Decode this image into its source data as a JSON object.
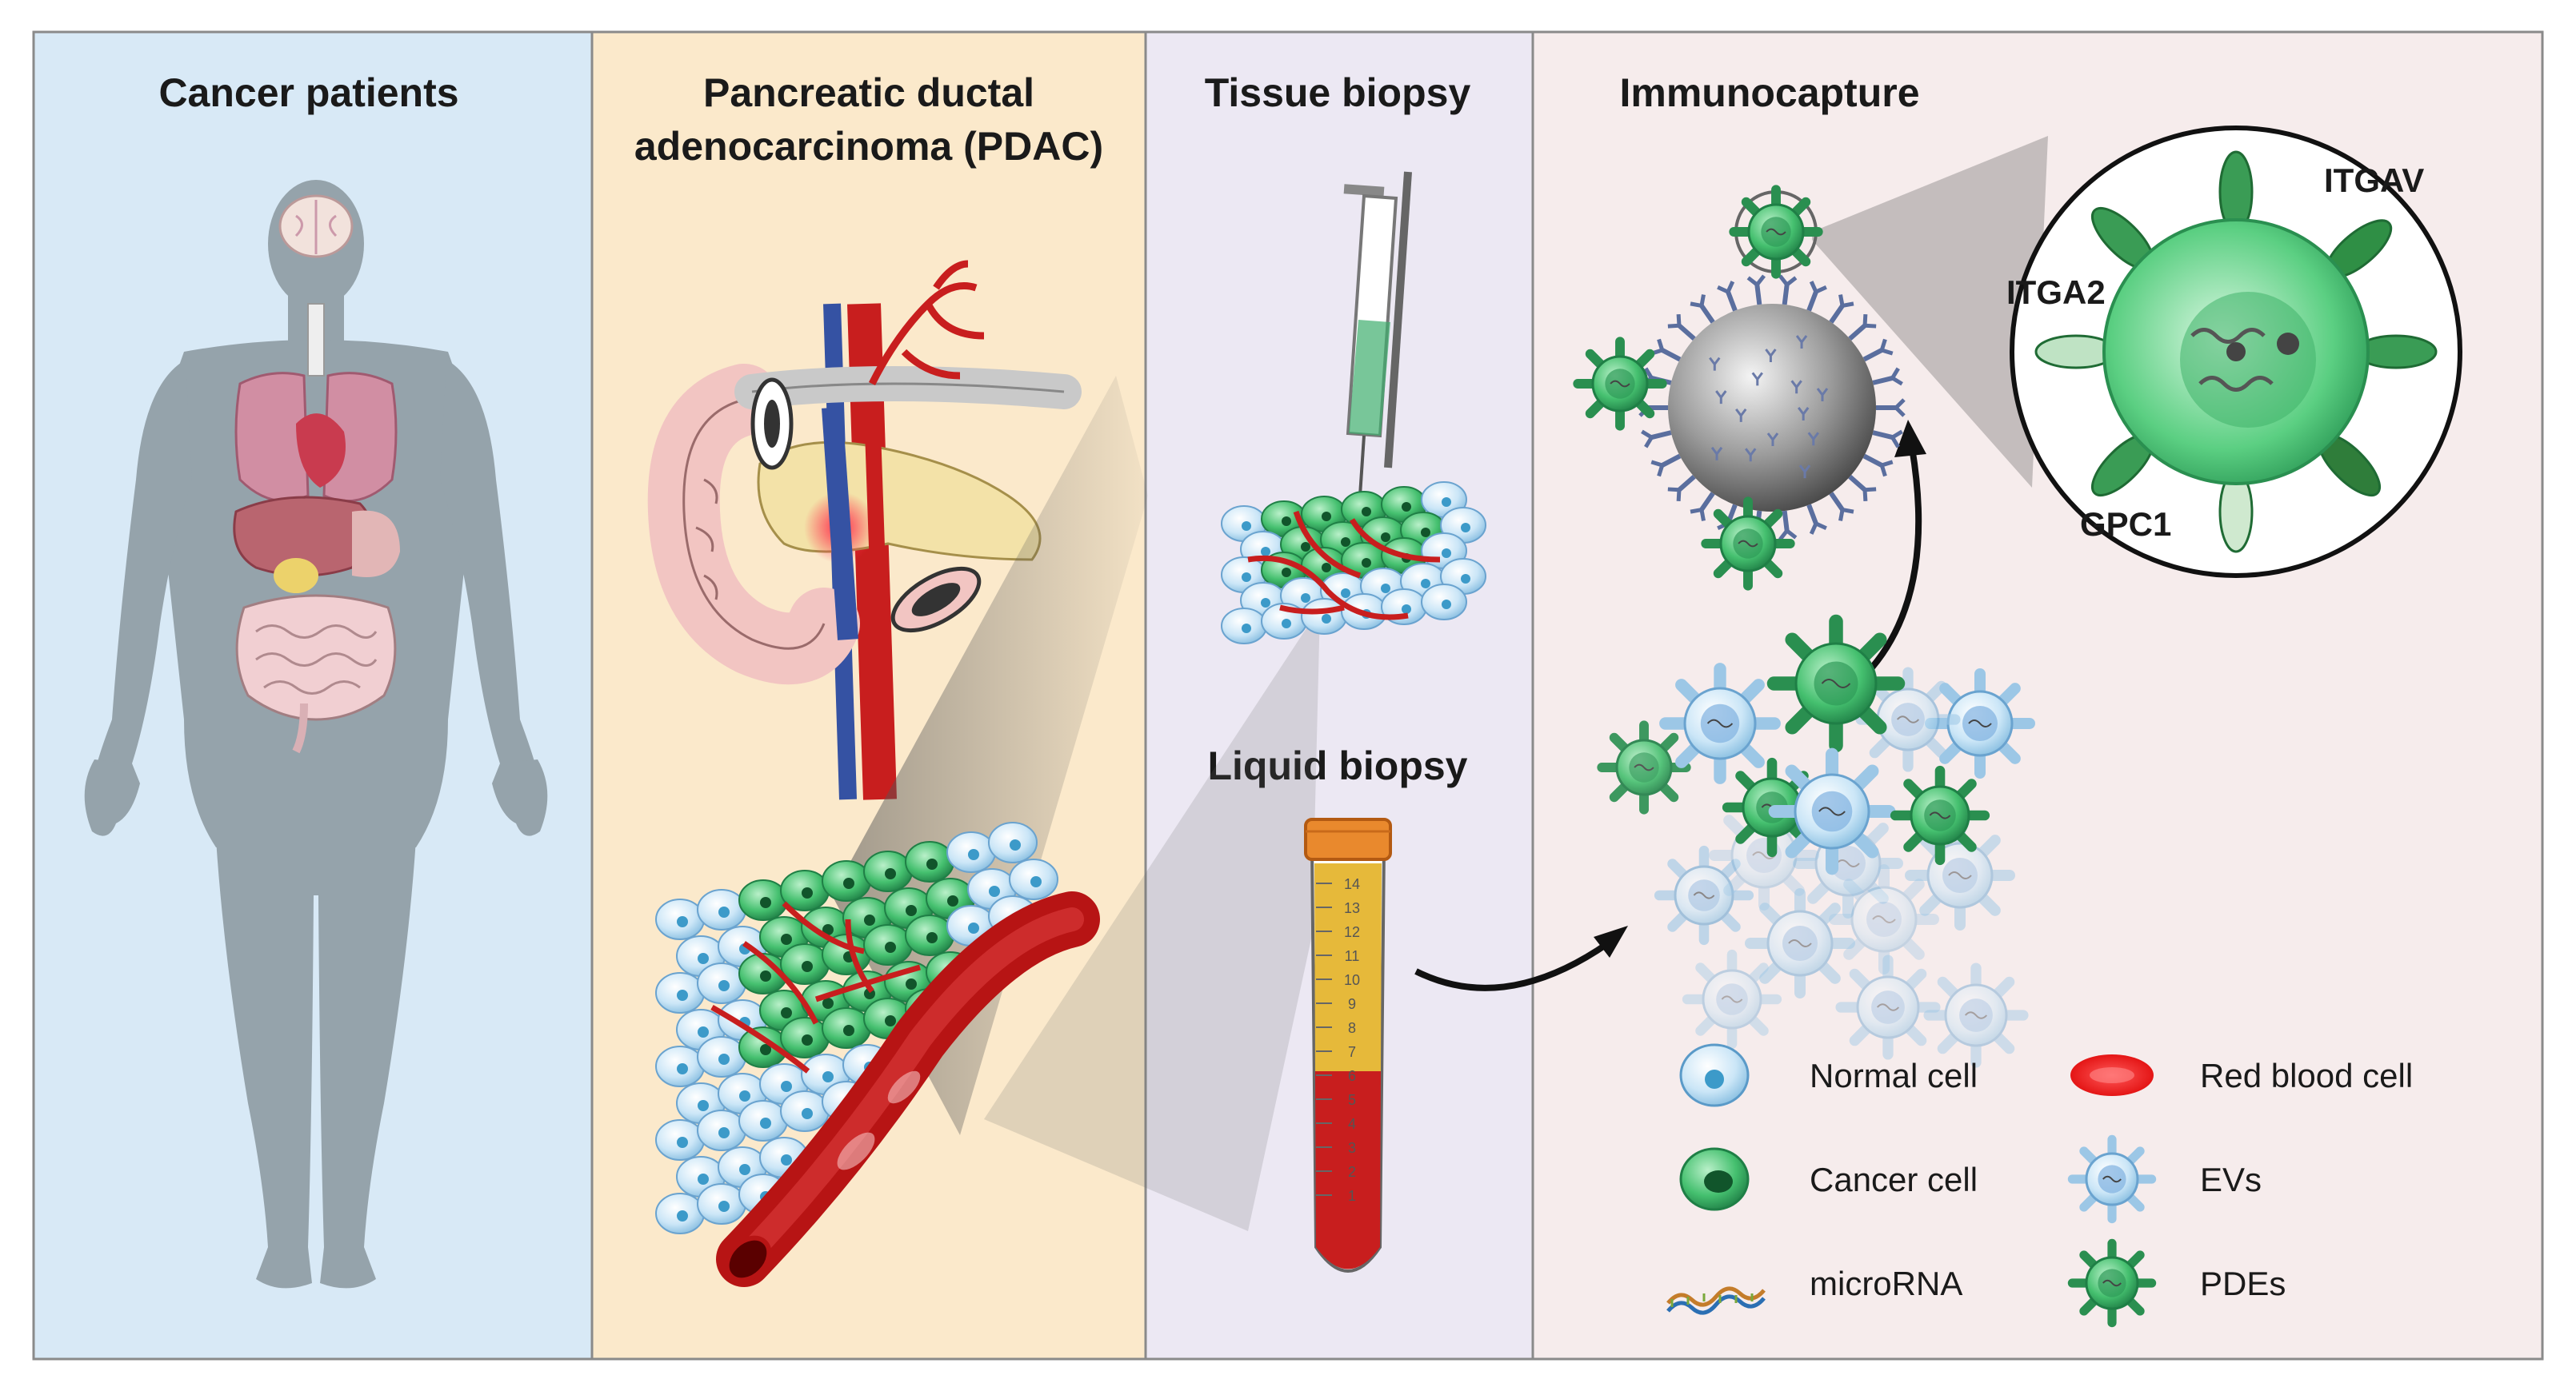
{
  "panels": [
    {
      "id": "patients",
      "title_lines": [
        "Cancer patients"
      ],
      "bg": "#d8e9f6"
    },
    {
      "id": "pdac",
      "title_lines": [
        "Pancreatic ductal",
        "adenocarcinoma (PDAC)"
      ],
      "bg": "#fbe9cb"
    },
    {
      "id": "biopsy",
      "title_lines": [
        "Tissue biopsy"
      ],
      "bg": "#ece8f3"
    },
    {
      "id": "immuno",
      "title_lines": [
        "Immunocapture"
      ],
      "bg": "#f6ecec"
    }
  ],
  "liquid_biopsy_label": "Liquid biopsy",
  "markers": {
    "itgav": "ITGAV",
    "itga2": "ITGA2",
    "gpc1": "GPC1"
  },
  "legend": [
    {
      "key": "normal",
      "label": "Normal cell",
      "icon": "normal-cell-icon"
    },
    {
      "key": "rbc",
      "label": "Red blood cell",
      "icon": "red-blood-cell-icon"
    },
    {
      "key": "cancer",
      "label": "Cancer cell",
      "icon": "cancer-cell-icon"
    },
    {
      "key": "evs",
      "label": "EVs",
      "icon": "ev-icon"
    },
    {
      "key": "microrna",
      "label": "microRNA",
      "icon": "microrna-icon"
    },
    {
      "key": "pdes",
      "label": "PDEs",
      "icon": "pde-icon"
    }
  ],
  "tube_scale": [
    "14",
    "13",
    "12",
    "11",
    "10",
    "9",
    "8",
    "7",
    "6",
    "5",
    "4",
    "3",
    "2",
    "1"
  ],
  "colors": {
    "body": "#95a3ab",
    "cancer_green": "#3fae6d",
    "normal_blue": "#a7d6ee",
    "blood_red": "#c81e1e",
    "tube_cap": "#e9892d",
    "tube_yellow": "#e6b93a",
    "ev_blue": "#5b8fd0",
    "antibody": "#5a6e9e"
  }
}
